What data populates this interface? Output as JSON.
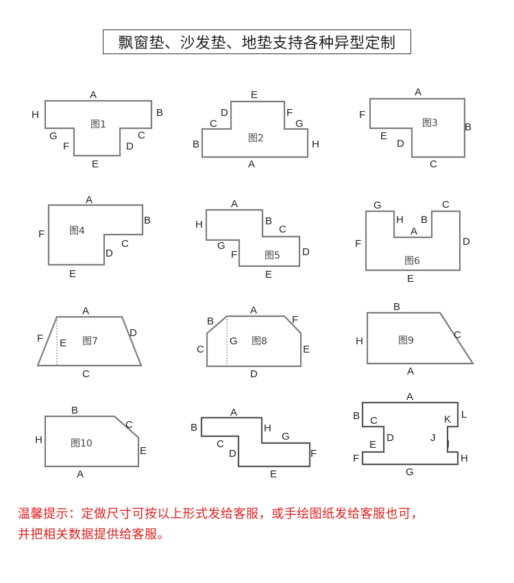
{
  "title": "飘窗垫、沙发垫、地垫支持各种异型定制",
  "note": {
    "line1": "温馨提示：定做尺寸可按以上形式发给客服，或手绘图纸发给客服也可，",
    "line2": "并把相关数据提供给客服。"
  },
  "figures": [
    {
      "name": "图1",
      "labels": [
        "A",
        "B",
        "C",
        "D",
        "E",
        "F",
        "G",
        "H"
      ]
    },
    {
      "name": "图2",
      "labels": [
        "A",
        "B",
        "C",
        "D",
        "E",
        "F",
        "G",
        "H"
      ]
    },
    {
      "name": "图3",
      "labels": [
        "A",
        "B",
        "C",
        "D",
        "E",
        "F"
      ]
    },
    {
      "name": "图4",
      "labels": [
        "A",
        "B",
        "C",
        "D",
        "E",
        "F"
      ]
    },
    {
      "name": "图5",
      "labels": [
        "A",
        "B",
        "C",
        "D",
        "E",
        "F",
        "G",
        "H"
      ]
    },
    {
      "name": "图6",
      "labels": [
        "A",
        "B",
        "C",
        "D",
        "E",
        "F",
        "G",
        "H"
      ]
    },
    {
      "name": "图7",
      "labels": [
        "A",
        "C",
        "D",
        "E",
        "F"
      ]
    },
    {
      "name": "图8",
      "labels": [
        "A",
        "B",
        "C",
        "D",
        "E",
        "F",
        "G"
      ]
    },
    {
      "name": "图9",
      "labels": [
        "A",
        "B",
        "C",
        "H"
      ]
    },
    {
      "name": "图10",
      "labels": [
        "A",
        "B",
        "C",
        "E",
        "H"
      ]
    },
    {
      "name": "",
      "labels": [
        "A",
        "B",
        "C",
        "D",
        "E",
        "F",
        "G",
        "H"
      ]
    },
    {
      "name": "",
      "labels": [
        "A",
        "B",
        "C",
        "D",
        "E",
        "F",
        "G",
        "H",
        "I",
        "J",
        "K",
        "L"
      ]
    }
  ]
}
